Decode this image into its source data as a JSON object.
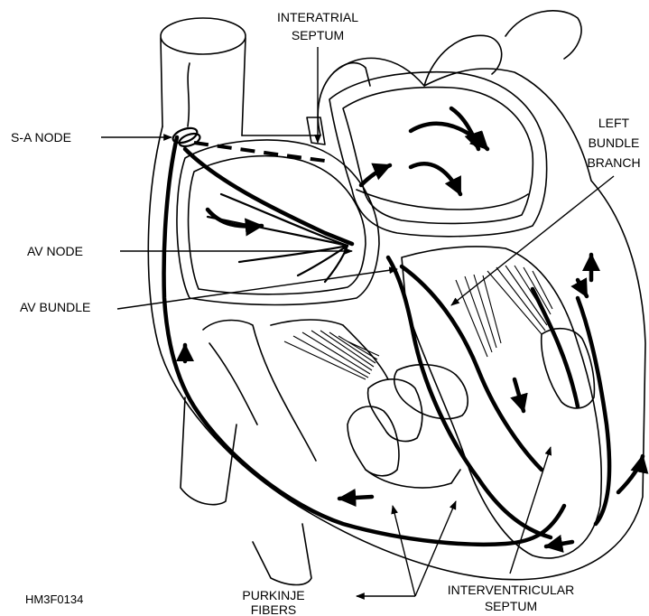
{
  "labels": {
    "interatrial_l1": "INTERATRIAL",
    "interatrial_l2": "SEPTUM",
    "sa_node": "S-A NODE",
    "left_bundle_l1": "LEFT",
    "left_bundle_l2": "BUNDLE",
    "left_bundle_l3": "BRANCH",
    "av_node": "AV NODE",
    "av_bundle": "AV BUNDLE",
    "purkinje_l1": "PURKINJE",
    "purkinje_l2": "FIBERS",
    "interventricular_l1": "INTERVENTRICULAR",
    "interventricular_l2": "SEPTUM"
  },
  "figure_id": "HM3F0134"
}
